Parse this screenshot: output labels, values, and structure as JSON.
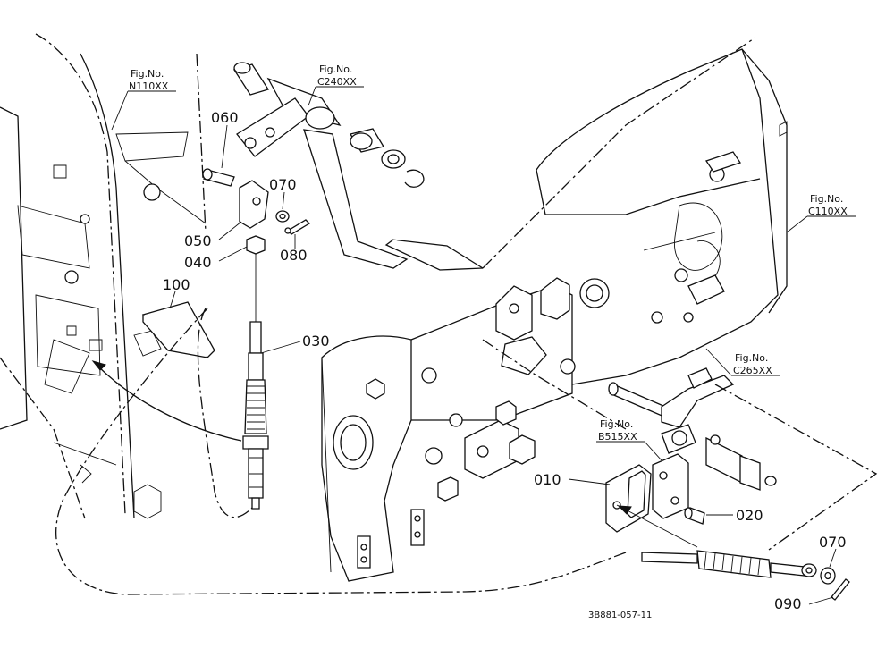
{
  "fig_refs": [
    {
      "id": "n110",
      "prefix": "Fig.No.",
      "code": "N110XX"
    },
    {
      "id": "c240",
      "prefix": "Fig.No.",
      "code": "C240XX"
    },
    {
      "id": "c110",
      "prefix": "Fig.No.",
      "code": "C110XX"
    },
    {
      "id": "c265",
      "prefix": "Fig.No.",
      "code": "C265XX"
    },
    {
      "id": "b515",
      "prefix": "Fig.No.",
      "code": "B515XX"
    }
  ],
  "parts": {
    "p010": "010",
    "p020": "020",
    "p030": "030",
    "p040": "040",
    "p050": "050",
    "p060": "060",
    "p070a": "070",
    "p070b": "070",
    "p080": "080",
    "p090": "090",
    "p100": "100"
  },
  "diagram_code": "3B881-057-11"
}
